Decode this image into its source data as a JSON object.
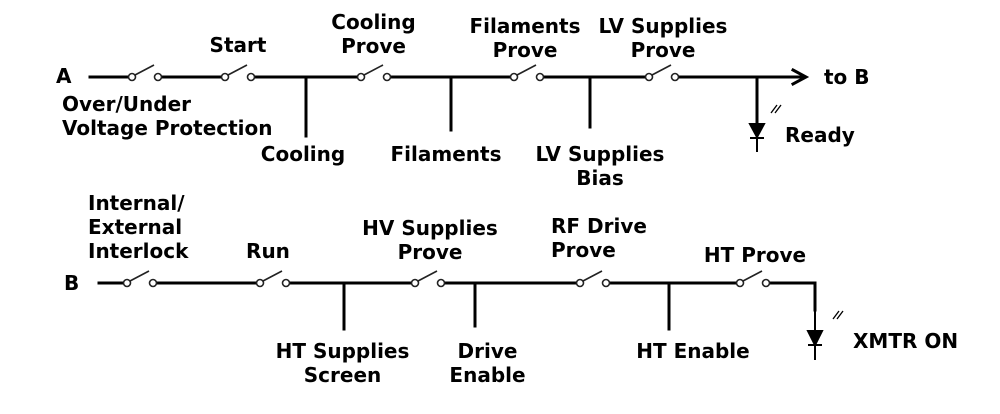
{
  "title": "Transmitter interlock / start sequence ladder",
  "row_a": {
    "start_node": "A",
    "end_label": "to B",
    "switches": [
      {
        "label_lines": [
          "Over/Under",
          "Voltage Protection"
        ],
        "position": "below"
      },
      {
        "label_lines": [
          "Start"
        ],
        "position": "above"
      },
      {
        "label_lines": [
          "Cooling",
          "Prove"
        ],
        "position": "above"
      },
      {
        "label_lines": [
          "Filaments",
          "Prove"
        ],
        "position": "above"
      },
      {
        "label_lines": [
          "LV Supplies",
          "Prove"
        ],
        "position": "above"
      }
    ],
    "taps": [
      {
        "label_lines": [
          "Cooling"
        ]
      },
      {
        "label_lines": [
          "Filaments"
        ]
      },
      {
        "label_lines": [
          "LV Supplies",
          "Bias"
        ]
      }
    ],
    "indicator": {
      "label": "Ready",
      "icon": "led-icon"
    }
  },
  "row_b": {
    "start_node": "B",
    "switches": [
      {
        "label_lines": [
          "Internal/",
          "External",
          "Interlock"
        ],
        "position": "above"
      },
      {
        "label_lines": [
          "Run"
        ],
        "position": "above"
      },
      {
        "label_lines": [
          "HV Supplies",
          "Prove"
        ],
        "position": "above"
      },
      {
        "label_lines": [
          "RF Drive",
          "Prove"
        ],
        "position": "above"
      },
      {
        "label_lines": [
          "HT Prove"
        ],
        "position": "above"
      }
    ],
    "taps": [
      {
        "label_lines": [
          "HT Supplies",
          "Screen"
        ]
      },
      {
        "label_lines": [
          "Drive",
          "Enable"
        ]
      },
      {
        "label_lines": [
          "HT Enable"
        ]
      }
    ],
    "indicator": {
      "label": "XMTR ON",
      "icon": "led-icon"
    }
  }
}
